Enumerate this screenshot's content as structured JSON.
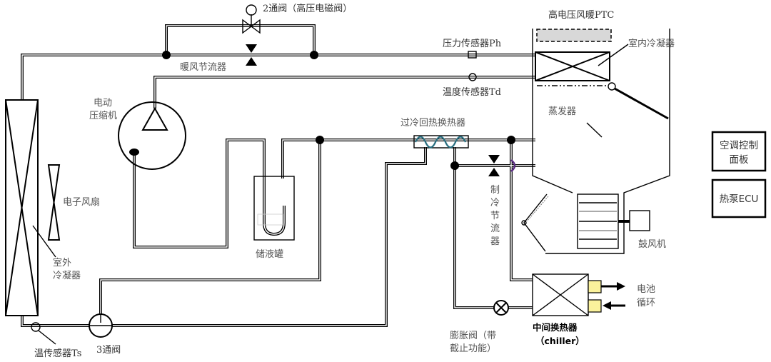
{
  "title": "热泵空调系统原理图",
  "labels": {
    "two_way_valve": "2通阀（高压电磁阀）",
    "heating_throttle": "暖风节流器",
    "ptc_heater": "高电压风暖PTC",
    "pressure_sensor": "压力传感器Ph",
    "indoor_condenser": "室内冷凝器",
    "temp_sensor_td": "温度传感器Td",
    "compressor_line1": "电动",
    "compressor_line2": "压缩机",
    "subcool_hx": "过冷回热换热器",
    "evaporator": "蒸发器",
    "fan": "电子风扇",
    "accumulator": "储液罐",
    "outdoor_condenser_line1": "室外",
    "outdoor_condenser_line2": "冷凝器",
    "cooling_throttle_chars": [
      "制",
      "冷",
      "节",
      "流",
      "器"
    ],
    "blower": "鼓风机",
    "battery_line1": "电池",
    "battery_line2": "循环",
    "chiller_line1": "中间换热器",
    "chiller_line2": "（chiller）",
    "expansion_valve_line1": "膨胀阀（带",
    "expansion_valve_line2": "截止功能）",
    "temp_sensor_ts": "温传感器Ts",
    "three_way_valve": "3通阀"
  },
  "side_boxes": {
    "ac_panel_line1": "空调控制",
    "ac_panel_line2": "面板",
    "heat_pump_ecu": "热泵ECU"
  },
  "colors": {
    "hx_wave": "#2a6f80",
    "battery_port": "#fbf29c",
    "check_valve": "#5a2d82",
    "ptc_fill": "#d8d8d8"
  }
}
